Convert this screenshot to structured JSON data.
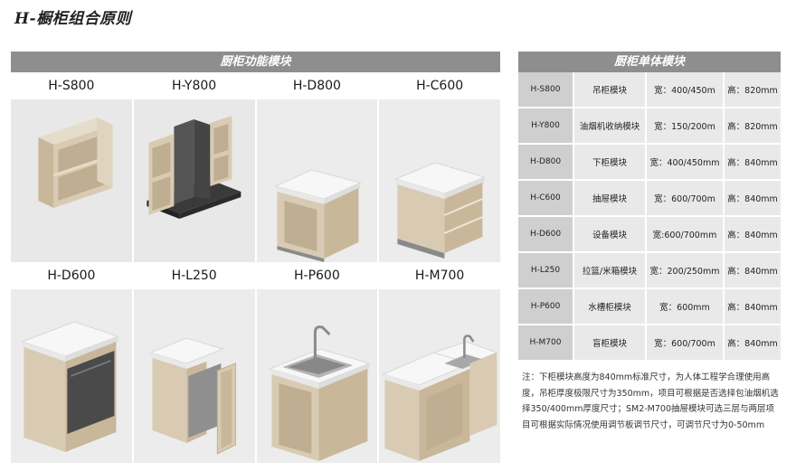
{
  "page_title": "H-橱柜组合原则",
  "left": {
    "header": "厨柜功能模块",
    "modules": [
      {
        "code": "H-S800"
      },
      {
        "code": "H-Y800"
      },
      {
        "code": "H-D800"
      },
      {
        "code": "H-C600"
      },
      {
        "code": "H-D600"
      },
      {
        "code": "H-L250"
      },
      {
        "code": "H-P600"
      },
      {
        "code": "H-M700"
      }
    ]
  },
  "right": {
    "header": "厨柜单体模块",
    "rows": [
      {
        "code": "H-S800",
        "name": "吊柜模块",
        "width": "宽：400/450m",
        "height": "高：820mm"
      },
      {
        "code": "H-Y800",
        "name": "油烟机收纳模块",
        "width": "宽：150/200m",
        "height": "高：820mm"
      },
      {
        "code": "H-D800",
        "name": "下柜模块",
        "width": "宽：400/450mm",
        "height": "高：840mm"
      },
      {
        "code": "H-C600",
        "name": "抽屉模块",
        "width": "宽：600/700m",
        "height": "高：840mm"
      },
      {
        "code": "H-D600",
        "name": "设备模块",
        "width": "宽:600/700mm",
        "height": "高：840mm"
      },
      {
        "code": "H-L250",
        "name": "拉篮/米箱模块",
        "width": "宽：200/250mm",
        "height": "高：840mm"
      },
      {
        "code": "H-P600",
        "name": "水槽柜模块",
        "width": "宽：600mm",
        "height": "高：840mm"
      },
      {
        "code": "H-M700",
        "name": "盲柜模块",
        "width": "宽：600/700m",
        "height": "高：840mm"
      }
    ],
    "note": "注：下柜模块高度为840mm标准尺寸，为人体工程学合理使用高度，吊柜厚度极限尺寸为350mm，项目可根据是否选择包油烟机选择350/400mm厚度尺寸；SM2-M700抽屉模块可选三层与两层项目可根据实际情况使用调节板调节尺寸，可调节尺寸为0-50mm"
  },
  "colors": {
    "header_bg": "#8e8e8e",
    "code_cell_bg": "#cfcfcf",
    "cell_bg": "#e9e9e9",
    "wood": "#d9cbb3",
    "countertop": "#f2f2f2",
    "steel": "#9a9a9a"
  }
}
